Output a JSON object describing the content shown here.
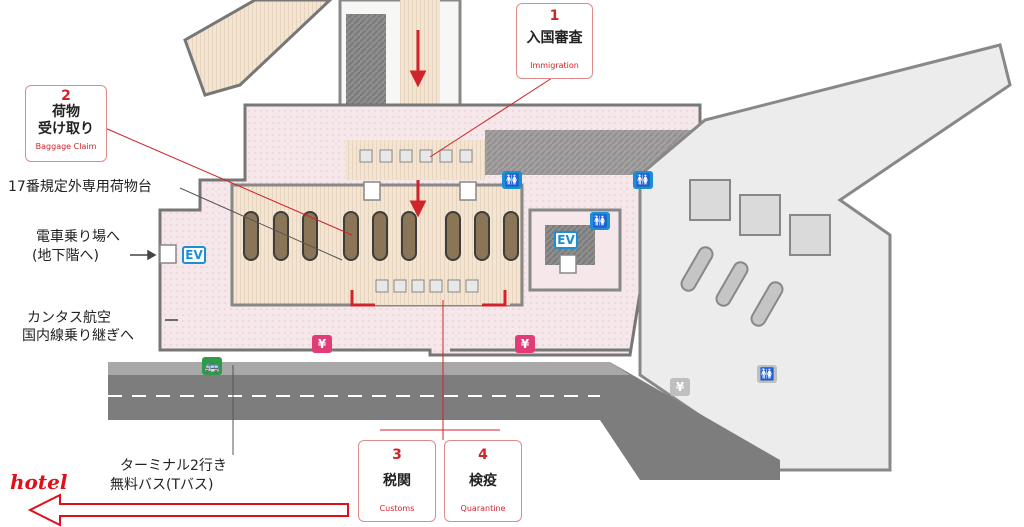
{
  "steps": [
    {
      "num": "1",
      "jp": "入国審査",
      "en": "Immigration"
    },
    {
      "num": "2",
      "jp_line1": "荷物",
      "jp_line2": "受け取り",
      "en": "Baggage Claim"
    },
    {
      "num": "3",
      "jp": "税関",
      "en": "Customs"
    },
    {
      "num": "4",
      "jp": "検疫",
      "en": "Quarantine"
    }
  ],
  "labels": {
    "oversize_baggage": "17番規定外専用荷物台",
    "train_line1": "電車乗り場へ",
    "train_line2": "(地下階へ)",
    "qantas_line1": "カンタス航空",
    "qantas_line2": "国内線乗り継ぎへ",
    "bus_line1": "ターミナル2行き",
    "bus_line2": "無料バス(Tバス)",
    "hotel": "hotel"
  },
  "icons": {
    "elevator": "EV",
    "currency": "¥"
  },
  "colors": {
    "accent_red": "#d0232a",
    "restroom_blue": "#1a8fd6",
    "currency_pink": "#e23c78",
    "bus_green": "#2e9a4a",
    "floor_pink": "#f4e6e8",
    "floor_beige": "#f3e5d2",
    "carousel_brown": "#8a7557"
  }
}
